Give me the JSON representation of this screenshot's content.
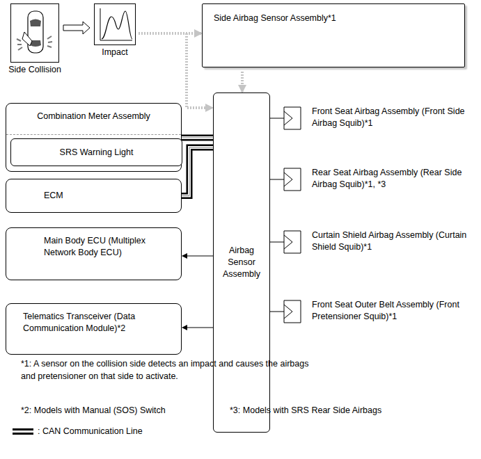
{
  "diagram": {
    "nodes": [
      {
        "text": [
          "Side Collision"
        ]
      },
      {
        "text": [
          "Impact"
        ]
      },
      {
        "text": [
          "Side Airbag Sensor Assembly*1"
        ]
      },
      {
        "text": [
          "Airbag Sensor Assembly"
        ]
      },
      {
        "text": [
          "Combination Meter Assembly"
        ]
      },
      {
        "text": [
          "SRS Warning Light"
        ],
        "in": 4
      },
      {
        "text": [
          "ECM"
        ]
      },
      {
        "text": [
          "Main Body ECU (Multiplex Network Body ECU)"
        ]
      },
      {
        "text": [
          "Telematics Transceiver (Data Communication Module)*2"
        ]
      },
      {
        "text": [
          "Front Seat Airbag Assembly (Front Side Airbag Squib)*1"
        ]
      },
      {
        "text": [
          "Rear Seat Airbag Assembly (Rear Side Airbag Squib)*1, *3"
        ]
      },
      {
        "text": [
          "Curtain Shield Airbag Assembly (Curtain Shield Squib)*1"
        ]
      },
      {
        "text": [
          "Front Seat Outer Belt Assembly (Front Pretensioner Squib)*1"
        ]
      }
    ],
    "edges": [
      {
        "from": 0,
        "to": 1,
        "arrow": "to"
      },
      {
        "from": 1,
        "to": 2,
        "arrow": "to"
      },
      {
        "from": 1,
        "to": 3,
        "arrow": "to"
      },
      {
        "from": 2,
        "to": 3,
        "arrow": "to"
      },
      {
        "from": 4,
        "to": 3,
        "arrow": "none"
      },
      {
        "from": 6,
        "to": 3,
        "arrow": "none"
      },
      {
        "from": 3,
        "to": 7,
        "arrow": "to"
      },
      {
        "from": 3,
        "to": 8,
        "arrow": "to"
      },
      {
        "from": 3,
        "to": 9,
        "arrow": "none"
      },
      {
        "from": 3,
        "to": 10,
        "arrow": "none"
      },
      {
        "from": 3,
        "to": 11,
        "arrow": "none"
      },
      {
        "from": 3,
        "to": 12,
        "arrow": "none"
      }
    ],
    "labels": [
      "*1: A sensor on the collision side detects an impact and causes the airbags and pretensioner on that side to activate.",
      "*2: Models with Manual (SOS) Switch",
      "*3: Models with SRS Rear Side Airbags"
    ],
    "legend": [
      {
        "text": ": CAN Communication Line"
      }
    ]
  }
}
